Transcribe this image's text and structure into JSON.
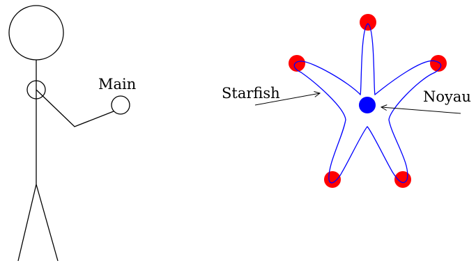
{
  "labels": {
    "hand": "Main",
    "starfish": "Starfish",
    "nucleus": "Noyau"
  },
  "colors": {
    "line": "#000000",
    "star_outline": "#0000ff",
    "tip_dots": "#ff0000",
    "nucleus": "#0000ff",
    "background": "#ffffff"
  }
}
